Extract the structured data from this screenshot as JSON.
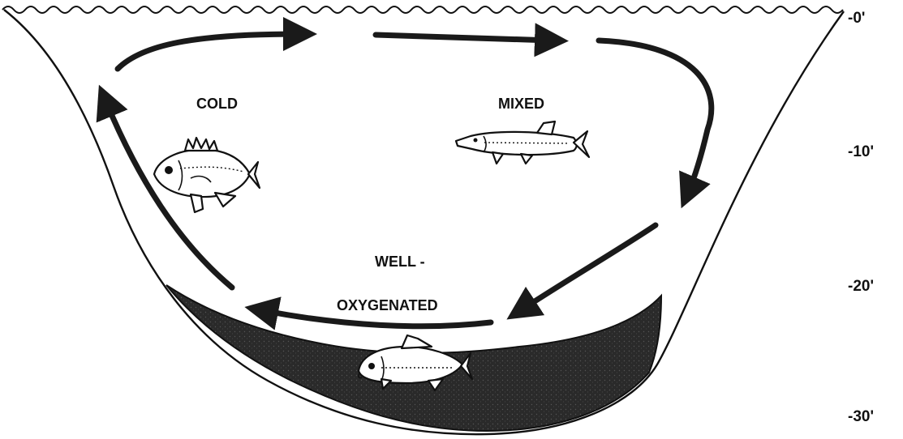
{
  "labels": {
    "cold": "COLD",
    "mixed": "MIXED",
    "well": "WELL -",
    "oxygenated": "OXYGENATED"
  },
  "depth_scale": {
    "d0": "-0'",
    "d10": "-10'",
    "d20": "-20'",
    "d30": "-30'"
  },
  "colors": {
    "sediment": "#2a2a2a",
    "ink": "#111111",
    "background": "#ffffff"
  }
}
